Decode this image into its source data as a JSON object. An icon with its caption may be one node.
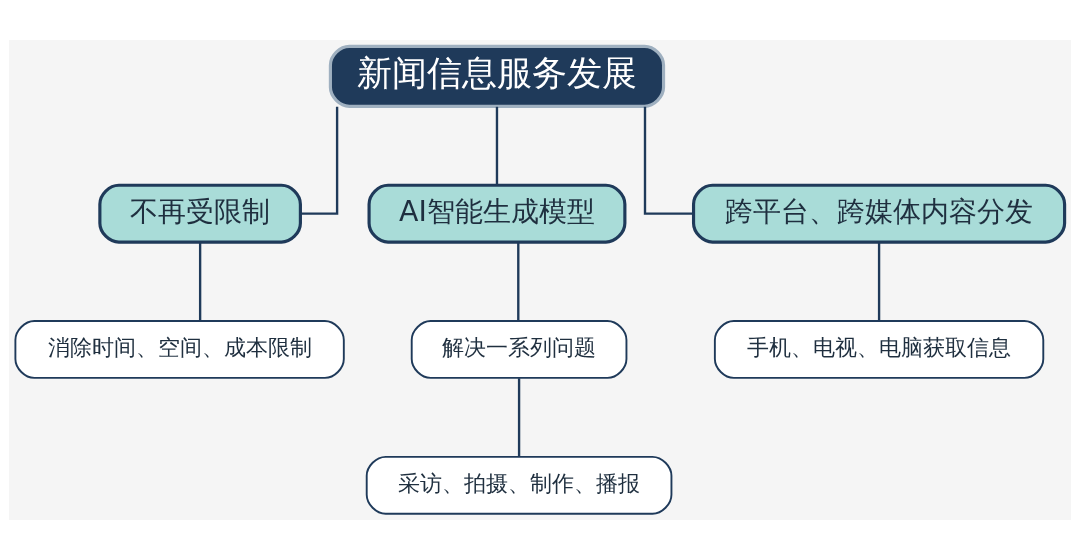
{
  "diagram": {
    "nodes": [
      {
        "text": [
          "新闻信息服务发展"
        ]
      },
      {
        "text": [
          "不再受限制"
        ]
      },
      {
        "text": [
          "AI智能生成模型"
        ]
      },
      {
        "text": [
          "跨平台、跨媒体内容分发"
        ]
      },
      {
        "text": [
          "消除时间、空间、成本限制"
        ]
      },
      {
        "text": [
          "解决一系列问题"
        ]
      },
      {
        "text": [
          "手机、电视、电脑获取信息"
        ]
      },
      {
        "text": [
          "采访、拍摄、制作、播报"
        ]
      }
    ],
    "edges": [
      {
        "from": 0,
        "to": 1,
        "arrow": "none"
      },
      {
        "from": 0,
        "to": 2,
        "arrow": "none"
      },
      {
        "from": 0,
        "to": 3,
        "arrow": "none"
      },
      {
        "from": 1,
        "to": 4,
        "arrow": "none"
      },
      {
        "from": 2,
        "to": 5,
        "arrow": "none"
      },
      {
        "from": 3,
        "to": 6,
        "arrow": "none"
      },
      {
        "from": 5,
        "to": 7,
        "arrow": "none"
      }
    ]
  }
}
